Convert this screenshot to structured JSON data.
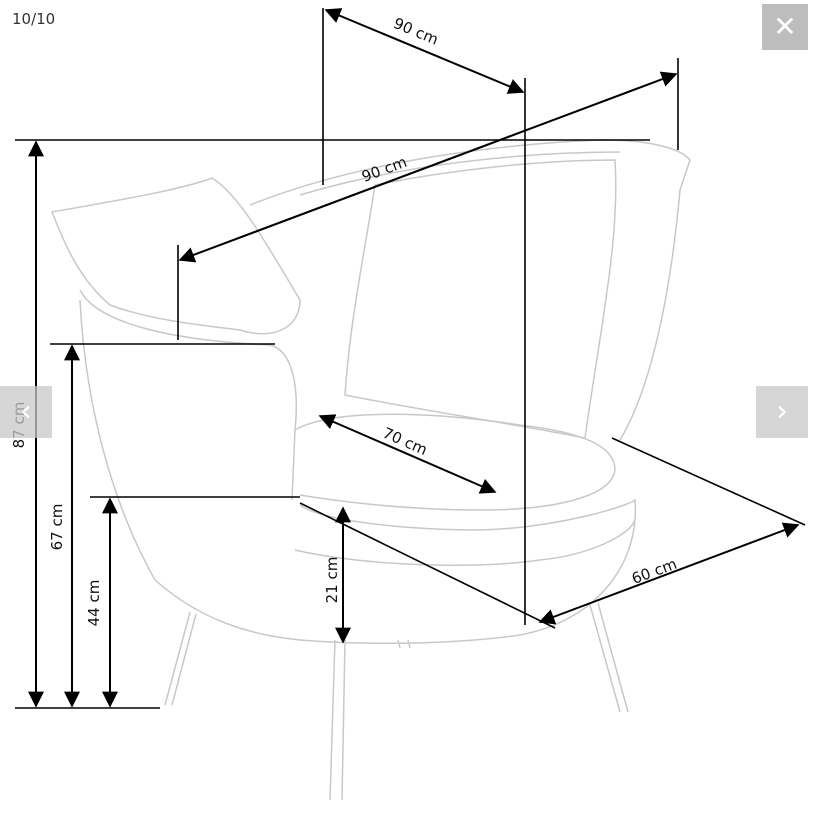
{
  "viewer": {
    "counter": "10/10",
    "close_glyph": "✕",
    "close_icon": "close-icon",
    "prev_glyph": "‹",
    "prev_icon": "chevron-left-icon",
    "next_glyph": "›",
    "next_icon": "chevron-right-icon",
    "button_color": "#bdbdbd"
  },
  "dimensions": {
    "backrest_depth": "90 cm",
    "width": "90 cm",
    "seat_width": "70 cm",
    "depth": "60 cm",
    "total_height": "87 cm",
    "armrest_height": "67 cm",
    "seat_height": "44 cm",
    "seat_thickness": "21 cm"
  }
}
